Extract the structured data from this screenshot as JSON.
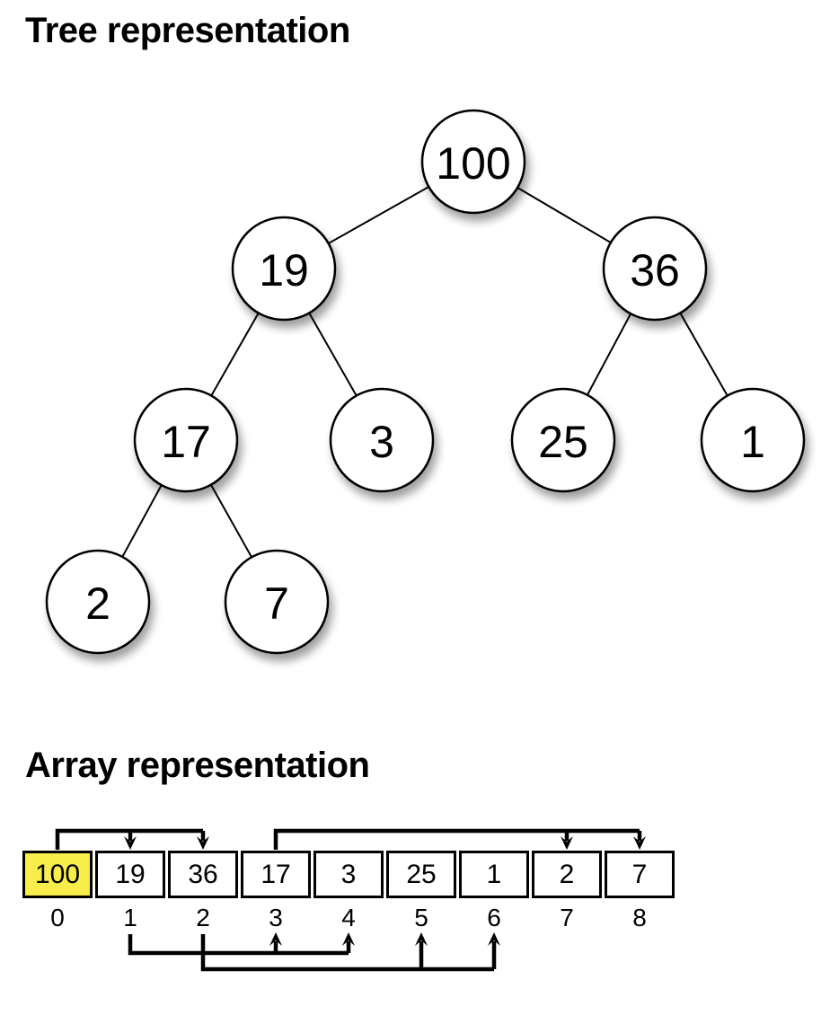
{
  "titles": {
    "tree": "Tree representation",
    "array": "Array representation"
  },
  "heap": {
    "values": [
      100,
      19,
      36,
      17,
      3,
      25,
      1,
      2,
      7
    ],
    "indices": [
      "0",
      "1",
      "2",
      "3",
      "4",
      "5",
      "6",
      "7",
      "8"
    ],
    "edges": [
      [
        0,
        1
      ],
      [
        0,
        2
      ],
      [
        1,
        3
      ],
      [
        1,
        4
      ],
      [
        2,
        5
      ],
      [
        2,
        6
      ],
      [
        3,
        7
      ],
      [
        3,
        8
      ]
    ],
    "highlight_index": 0,
    "highlight_color": "#F8EE4B"
  },
  "arrows": {
    "above": [
      {
        "from": 0,
        "to": [
          1,
          2
        ]
      },
      {
        "from": 3,
        "to": [
          7,
          8
        ]
      }
    ],
    "below": [
      {
        "from": 1,
        "to": [
          3,
          4
        ]
      },
      {
        "from": 2,
        "to": [
          5,
          6
        ]
      }
    ]
  },
  "colors": {
    "stroke": "#000000",
    "node_fill": "#ffffff",
    "background": "#ffffff"
  }
}
